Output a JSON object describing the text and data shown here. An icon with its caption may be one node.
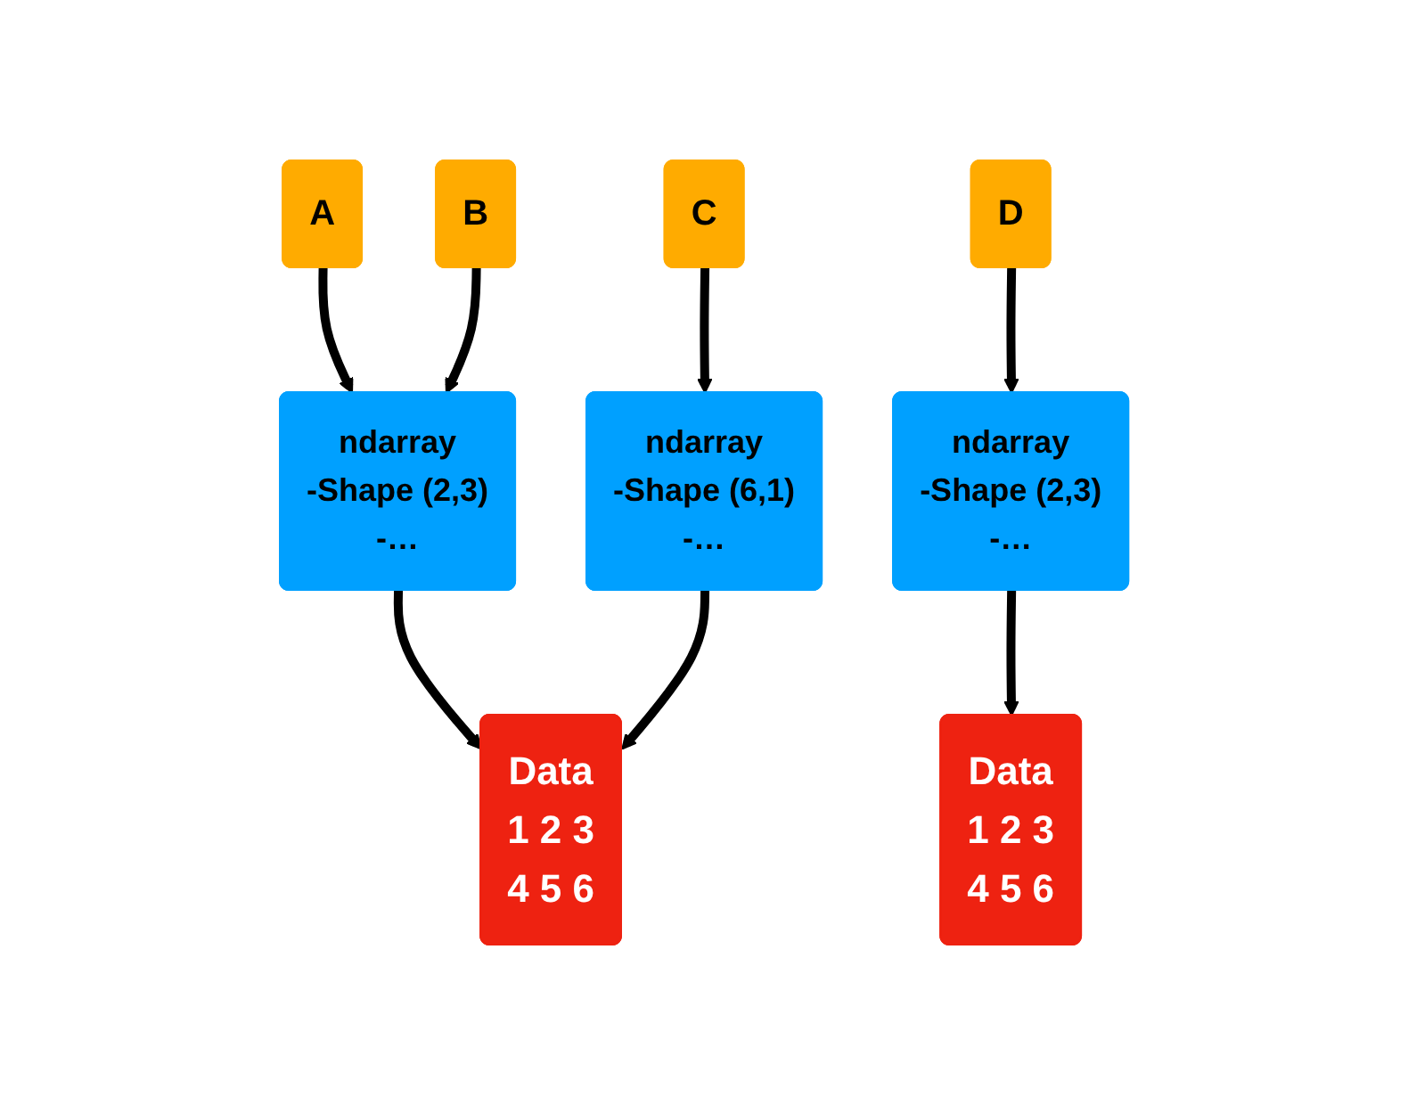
{
  "diagram": {
    "nodes": [
      {
        "text": [
          "A"
        ]
      },
      {
        "text": [
          "B"
        ]
      },
      {
        "text": [
          "C"
        ]
      },
      {
        "text": [
          "D"
        ]
      },
      {
        "text": [
          "ndarray",
          "-Shape (2,3)",
          "-…"
        ]
      },
      {
        "text": [
          "ndarray",
          "-Shape (6,1)",
          "-…"
        ]
      },
      {
        "text": [
          "ndarray",
          "-Shape (2,3)",
          "-…"
        ]
      },
      {
        "text": [
          "Data",
          "1 2 3",
          "4 5 6"
        ]
      },
      {
        "text": [
          "Data",
          "1 2 3",
          "4 5 6"
        ]
      }
    ],
    "edges": [
      {
        "from": 0,
        "to": 4,
        "arrow": "to"
      },
      {
        "from": 1,
        "to": 4,
        "arrow": "to"
      },
      {
        "from": 2,
        "to": 5,
        "arrow": "to"
      },
      {
        "from": 3,
        "to": 6,
        "arrow": "to"
      },
      {
        "from": 4,
        "to": 7,
        "arrow": "to"
      },
      {
        "from": 5,
        "to": 7,
        "arrow": "to"
      },
      {
        "from": 6,
        "to": 8,
        "arrow": "to"
      }
    ]
  }
}
